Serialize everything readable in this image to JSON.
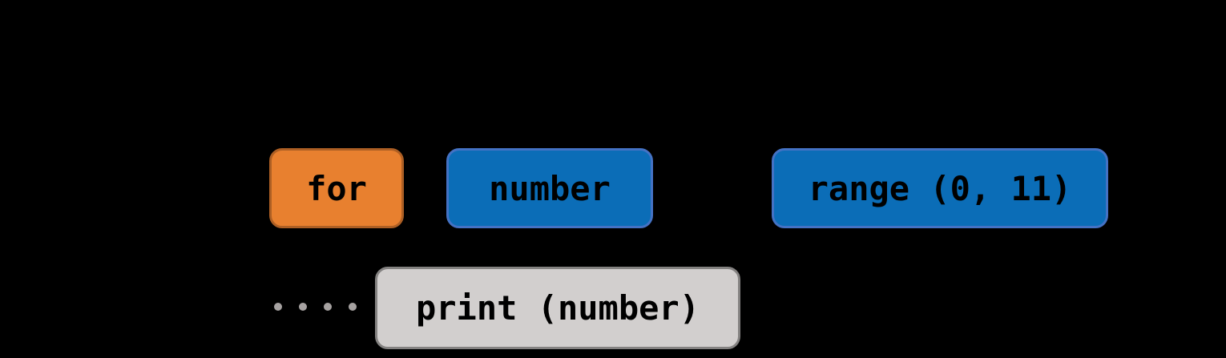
{
  "canvas": {
    "background": "#000000",
    "text_color": "#000000"
  },
  "blocks": {
    "for": {
      "label": "for",
      "fill": "#E8802F",
      "border": "#AD5F24"
    },
    "number": {
      "label": "number",
      "fill": "#0B6DB7",
      "border": "#4472C4"
    },
    "range": {
      "label": "range (0, 11)",
      "fill": "#0B6DB7",
      "border": "#4472C4"
    },
    "print": {
      "label": "print (number)",
      "fill": "#D2CFCE",
      "border": "#848281"
    }
  },
  "indent_dots": {
    "count": 4,
    "color": "#A6A2A1"
  }
}
